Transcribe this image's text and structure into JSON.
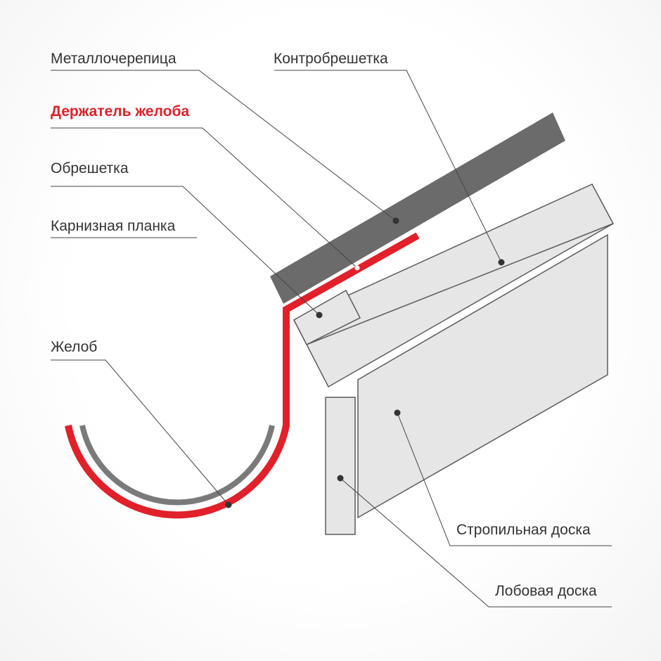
{
  "labels": {
    "metal_tile": "Металлочерепица",
    "counter_batten": "Контробрешетка",
    "gutter_holder": "Держатель желоба",
    "batten": "Обрешетка",
    "eave_strip": "Карнизная планка",
    "gutter": "Желоб",
    "rafter_board": "Стропильная доска",
    "fascia_board": "Лобовая доска"
  },
  "colors": {
    "text": "#333333",
    "accent_red": "#e2202a",
    "metal_tile": "#6b6b6b",
    "board_fill": "#e6e6e6",
    "outline": "#5a5a5a",
    "leader": "#444444",
    "gutter_gray": "#7a7a7a"
  }
}
